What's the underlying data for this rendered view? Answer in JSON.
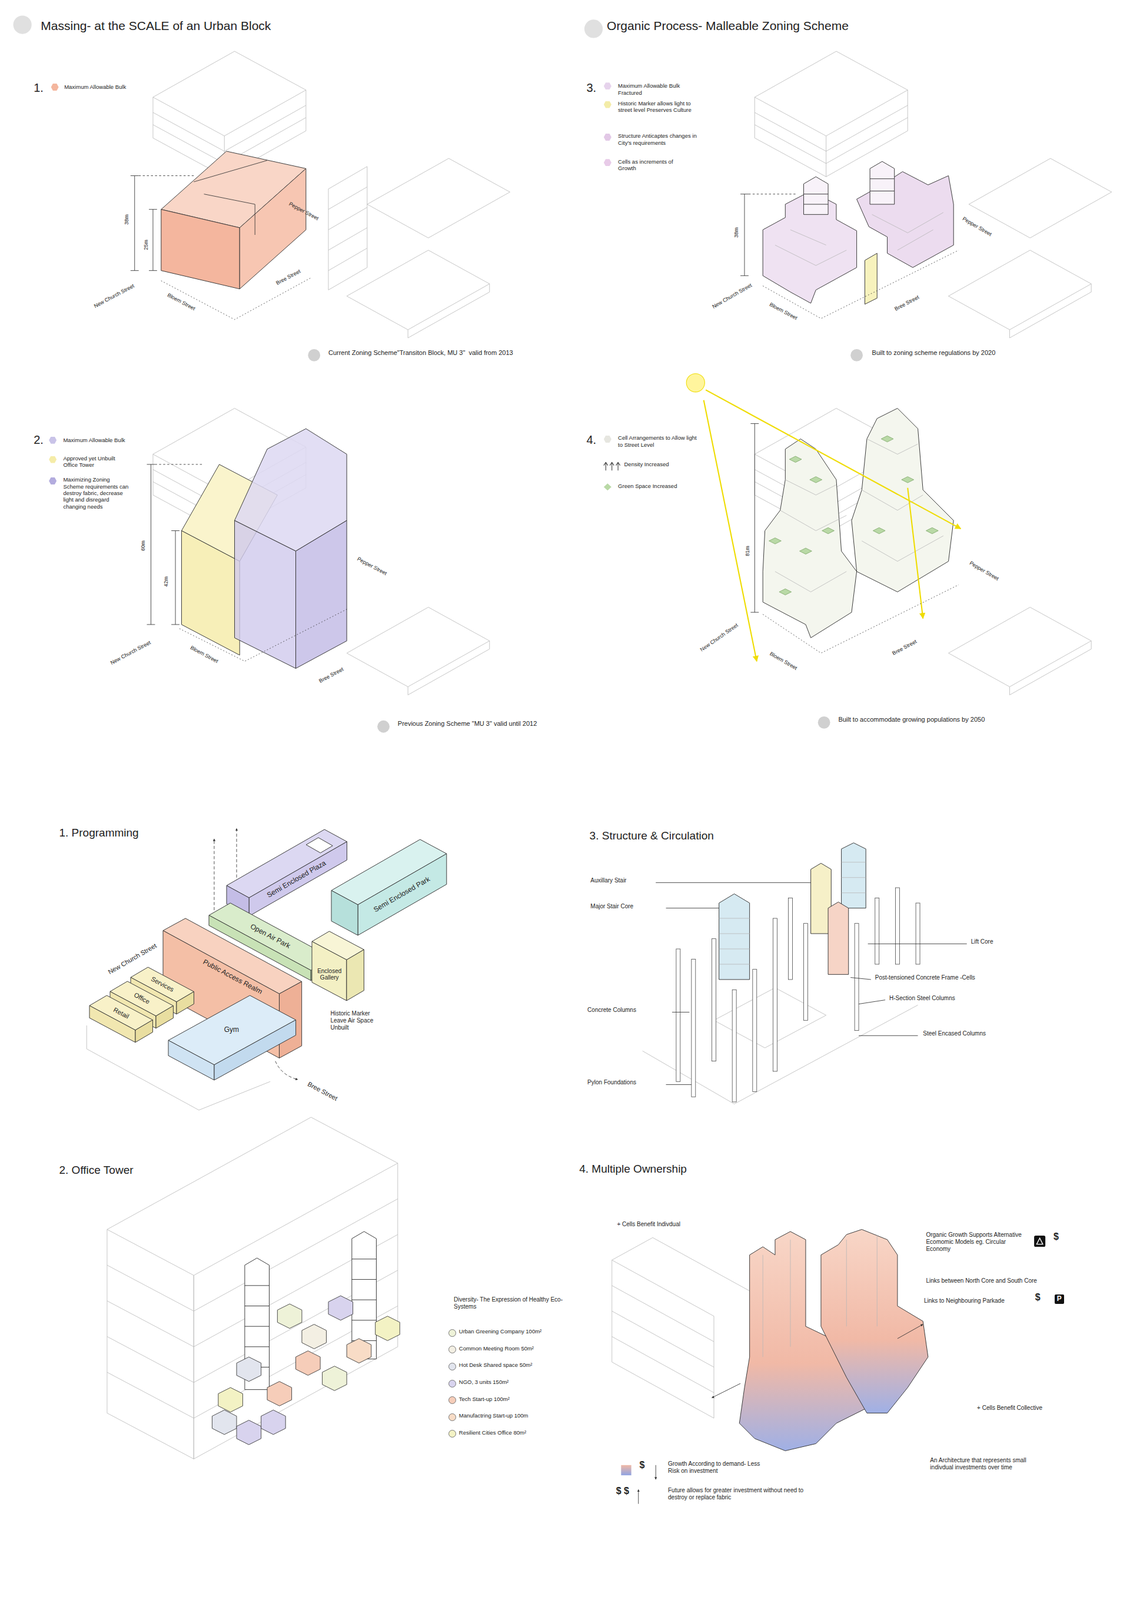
{
  "diagram": {
    "nodes": [
      {
        "text": [
          "Semi Enclosed Plaza"
        ]
      },
      {
        "text": [
          "Semi Enclosed Park"
        ]
      },
      {
        "text": [
          "Open Air Park"
        ]
      },
      {
        "text": [
          "Enclosed Gallery"
        ]
      },
      {
        "text": [
          "Public Access Realm"
        ]
      },
      {
        "text": [
          "Services"
        ]
      },
      {
        "text": [
          "Office"
        ]
      },
      {
        "text": [
          "Retail"
        ]
      },
      {
        "text": [
          "Gym"
        ]
      }
    ],
    "labels": [
      "Massing- at the SCALE of an Urban Block",
      "1.",
      "38m",
      "25m",
      "Pepper Street",
      "New Church Street",
      "Bloem Street",
      "Bree Street",
      "Current Zoning Scheme\"Transiton Block, MU 3\"  valid from 2013",
      "2.",
      "60m",
      "42m",
      "Pepper Street",
      "New Church Street",
      "Bloem Street",
      "Bree Street",
      "Previous Zoning Scheme \"MU 3\" valid until 2012",
      "Organic Process- Malleable Zoning Scheme",
      "3.",
      "38m",
      "Pepper Street",
      "New Church Street",
      "Bloem Street",
      "Bree Street",
      "Built to zoning scheme regulations by 2020",
      "4.",
      "81m",
      "Pepper Street",
      "New Church Street",
      "Bloem Street",
      "Bree Street",
      "Built to accommodate growing populations by 2050",
      "1. Programming",
      "New Church Street",
      "Historic Marker Leave Air Space Unbuilt",
      "Bree Street",
      "3. Structure & Circulation",
      "Auxillary Stair",
      "Major Stair Core",
      "Lift Core",
      "Post-tensioned Concrete Frame -Cells",
      "H-Section Steel Columns",
      "Concrete Columns",
      "Steel Encased Columns",
      "Pylon Foundations",
      "2. Office Tower",
      "4. Multiple Ownership",
      "+ Cells Benefit Indivdual",
      "Organic Growth Supports Alternative Ecomomic Models eg. Circular Economy",
      "$",
      "Links between North Core and South Core",
      "Links to Neighbouring Parkade",
      "$",
      "P",
      "+ Cells Benefit Collective",
      "$",
      "Growth According to demand- Less Risk on investment",
      "$ $",
      "Future allows for greater investment without need to destroy or replace fabric",
      "An Architecture that represents small indivdual investments over time",
      "Diversity- The Expression of Healthy Eco-Systems"
    ],
    "legend": [
      {
        "text": "Maximum Allowable Bulk",
        "color": "#f4b69e"
      },
      {
        "text": "Maximum Allowable Bulk",
        "color": "#c9c3e8"
      },
      {
        "text": "Approved yet Unbuilt Office Tower",
        "color": "#f5eca8"
      },
      {
        "text": "Maximizing Zoning Scheme requirements can destroy fabric, decrease light and disregard changing needs",
        "color": "#b3acde"
      },
      {
        "text": "Maximum Allowable Bulk Fractured",
        "color": "#e6d3ec"
      },
      {
        "text": "Historic Marker allows light to street level Preserves Culture",
        "color": "#f3eca8"
      },
      {
        "text": "Structure Anticaptes changes in City's requirements",
        "color": "#e2c8e6"
      },
      {
        "text": "Cells as increments of Growth",
        "color": "#e8cbe8"
      },
      {
        "text": "Cell Arrangements to Allow light to Street Level",
        "color": "#e6e6e0"
      },
      {
        "text": "Density Increased"
      },
      {
        "text": "Green Space Increased",
        "color": "#b9d9a6"
      },
      {
        "text": "Urban Greening Company 100m²",
        "color": "#eef2d8"
      },
      {
        "text": "Common Meeting Room 50m²",
        "color": "#f3efe3"
      },
      {
        "text": "Hot Desk Shared space 50m²",
        "color": "#e2e5ee"
      },
      {
        "text": "NGO, 3 units 150m²",
        "color": "#d8d3ee"
      },
      {
        "text": "Tech Start-up 100m²",
        "color": "#f6cdb9"
      },
      {
        "text": "Manufactring Start-up 100m",
        "color": "#f8dcc6"
      },
      {
        "text": "Resilient Cities Office 80m²",
        "color": "#f3f2c4"
      }
    ]
  }
}
